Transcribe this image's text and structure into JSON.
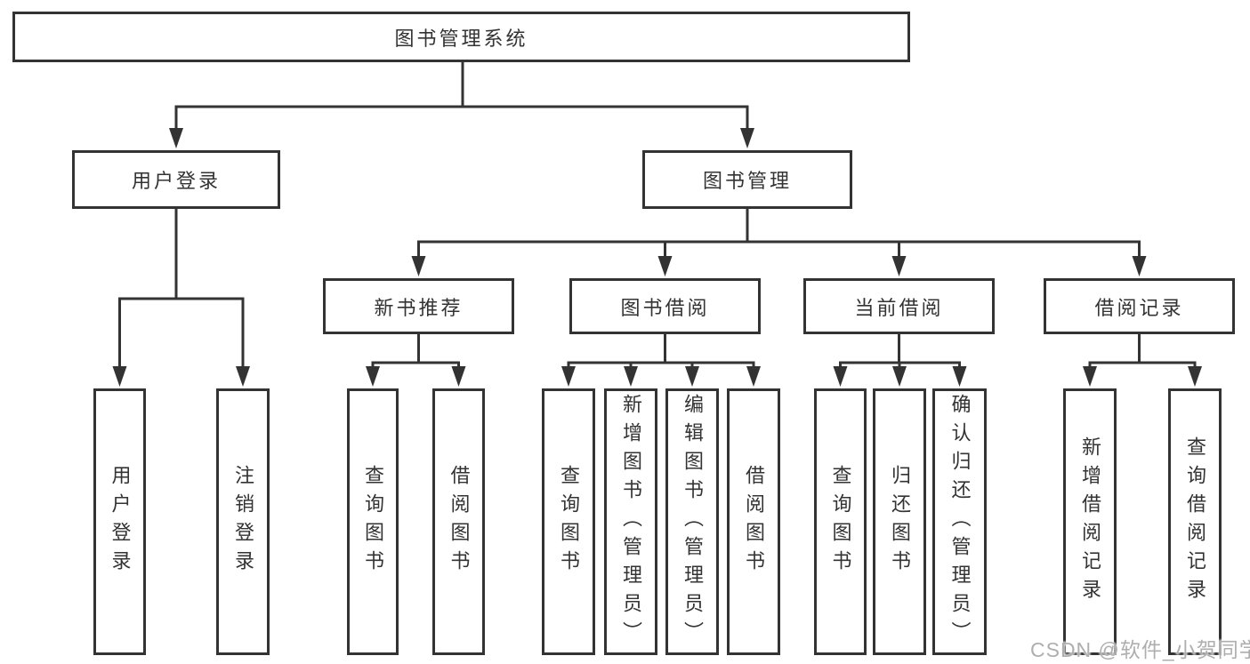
{
  "diagram": {
    "root": {
      "label": "图书管理系统"
    },
    "user_branch": {
      "label": "用户登录",
      "children": [
        {
          "label": "用户登录"
        },
        {
          "label": "注销登录"
        }
      ]
    },
    "book_branch": {
      "label": "图书管理",
      "groups": [
        {
          "label": "新书推荐",
          "children": [
            {
              "label": "查询图书"
            },
            {
              "label": "借阅图书"
            }
          ]
        },
        {
          "label": "图书借阅",
          "children": [
            {
              "label": "查询图书"
            },
            {
              "label": "新增图书（管理员）"
            },
            {
              "label": "编辑图书（管理员）"
            },
            {
              "label": "借阅图书"
            }
          ]
        },
        {
          "label": "当前借阅",
          "children": [
            {
              "label": "查询图书"
            },
            {
              "label": "归还图书"
            },
            {
              "label": "确认归还（管理员）"
            }
          ]
        },
        {
          "label": "借阅记录",
          "children": [
            {
              "label": "新增借阅记录"
            },
            {
              "label": "查询借阅记录"
            }
          ]
        }
      ]
    },
    "watermark": {
      "text": "CSDN @软件_小贺同学"
    },
    "colors": {
      "line": "#333333",
      "text": "#333333",
      "background": "#ffffff",
      "watermark": "#aeaeae"
    }
  }
}
